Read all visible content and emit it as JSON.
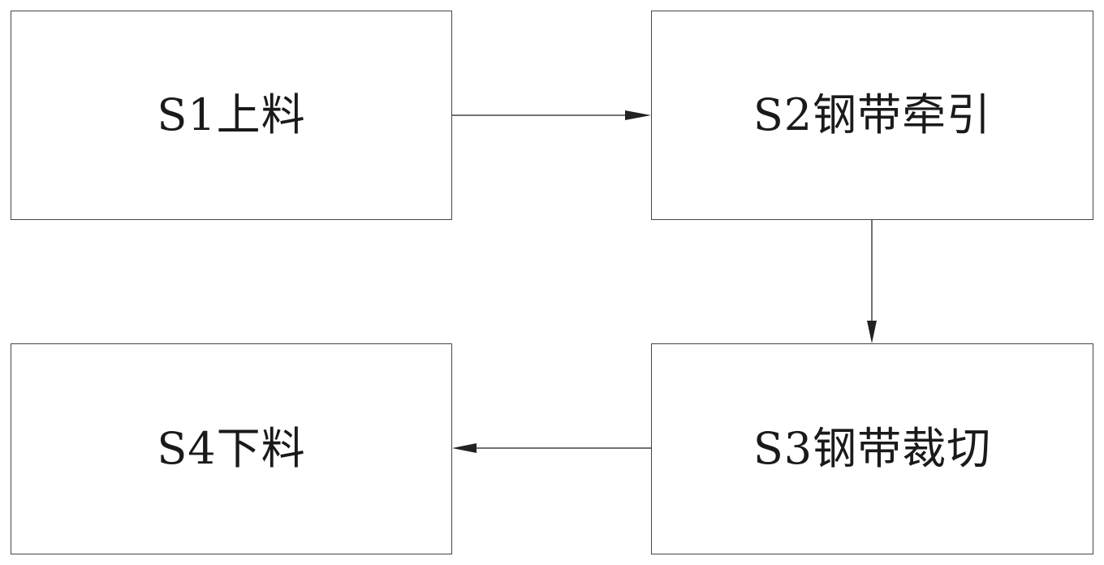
{
  "steps": {
    "s1": {
      "label": "S1上料"
    },
    "s2": {
      "label": "S2钢带牵引"
    },
    "s3": {
      "label": "S3钢带裁切"
    },
    "s4": {
      "label": "S4下料"
    }
  },
  "colors": {
    "line": "#444444",
    "text": "#1a1a1a",
    "background": "#ffffff"
  }
}
